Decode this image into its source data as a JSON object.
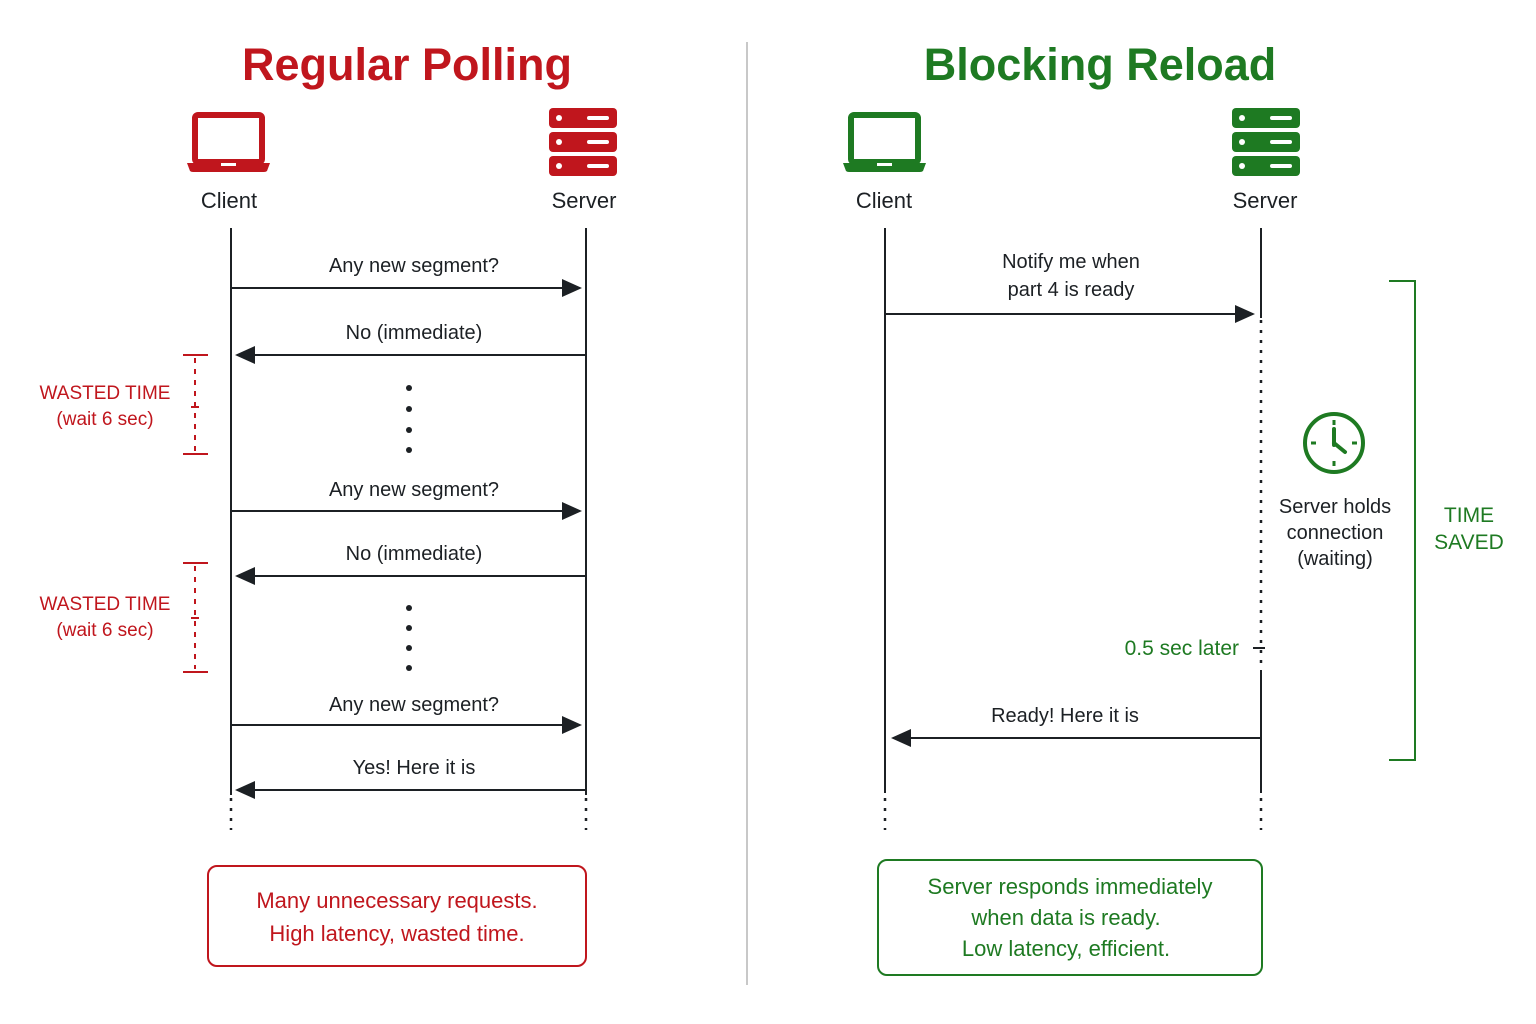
{
  "colors": {
    "red": "#c0161d",
    "green": "#1e7a22",
    "ink": "#1c2024",
    "divider": "#c8c8c8"
  },
  "left": {
    "title": "Regular Polling",
    "client_label": "Client",
    "server_label": "Server",
    "client_icon": "laptop-icon",
    "server_icon": "server-rack-icon",
    "messages": [
      "Any new segment?",
      "No (immediate)",
      "Any new segment?",
      "No (immediate)",
      "Any new segment?",
      "Yes! Here it is"
    ],
    "wasted": [
      {
        "line1": "WASTED TIME",
        "line2": "(wait 6 sec)"
      },
      {
        "line1": "WASTED TIME",
        "line2": "(wait 6 sec)"
      }
    ],
    "summary_lines": [
      "Many unnecessary requests.",
      "High latency, wasted time."
    ]
  },
  "right": {
    "title": "Blocking Reload",
    "client_label": "Client",
    "server_label": "Server",
    "client_icon": "laptop-icon",
    "server_icon": "server-rack-icon",
    "request_lines": [
      "Notify me when",
      "part 4 is ready"
    ],
    "clock_icon": "clock-icon",
    "hold_lines": [
      "Server holds",
      "connection",
      "(waiting)"
    ],
    "later_label": "0.5 sec later",
    "response": "Ready! Here it is",
    "time_saved_lines": [
      "TIME",
      "SAVED"
    ],
    "summary_lines": [
      "Server responds immediately",
      "when data is ready.",
      "Low latency, efficient."
    ]
  }
}
